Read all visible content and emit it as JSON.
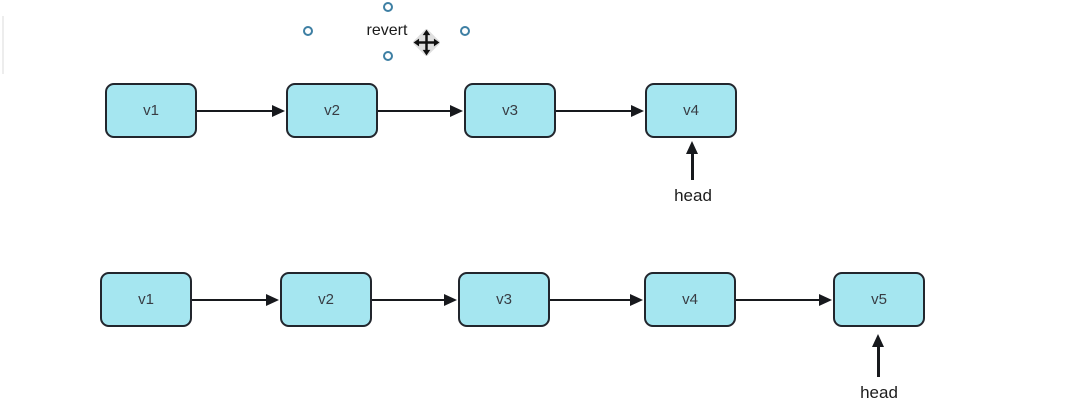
{
  "canvas": {
    "background": "#ffffff"
  },
  "selection": {
    "label": "revert",
    "handle_count": 4,
    "handle_color": "#3e7fa3",
    "cursor_icon": "move-cursor"
  },
  "lists": [
    {
      "name": "list-top",
      "nodes": [
        "v1",
        "v2",
        "v3",
        "v4"
      ],
      "head_label": "head",
      "head_points_to": "v4"
    },
    {
      "name": "list-bottom",
      "nodes": [
        "v1",
        "v2",
        "v3",
        "v4",
        "v5"
      ],
      "head_label": "head",
      "head_points_to": "v5"
    }
  ],
  "colors": {
    "node_fill": "#a5e6f0",
    "node_border": "#22262d",
    "arrow": "#17191d",
    "handle": "#3e7fa3"
  }
}
